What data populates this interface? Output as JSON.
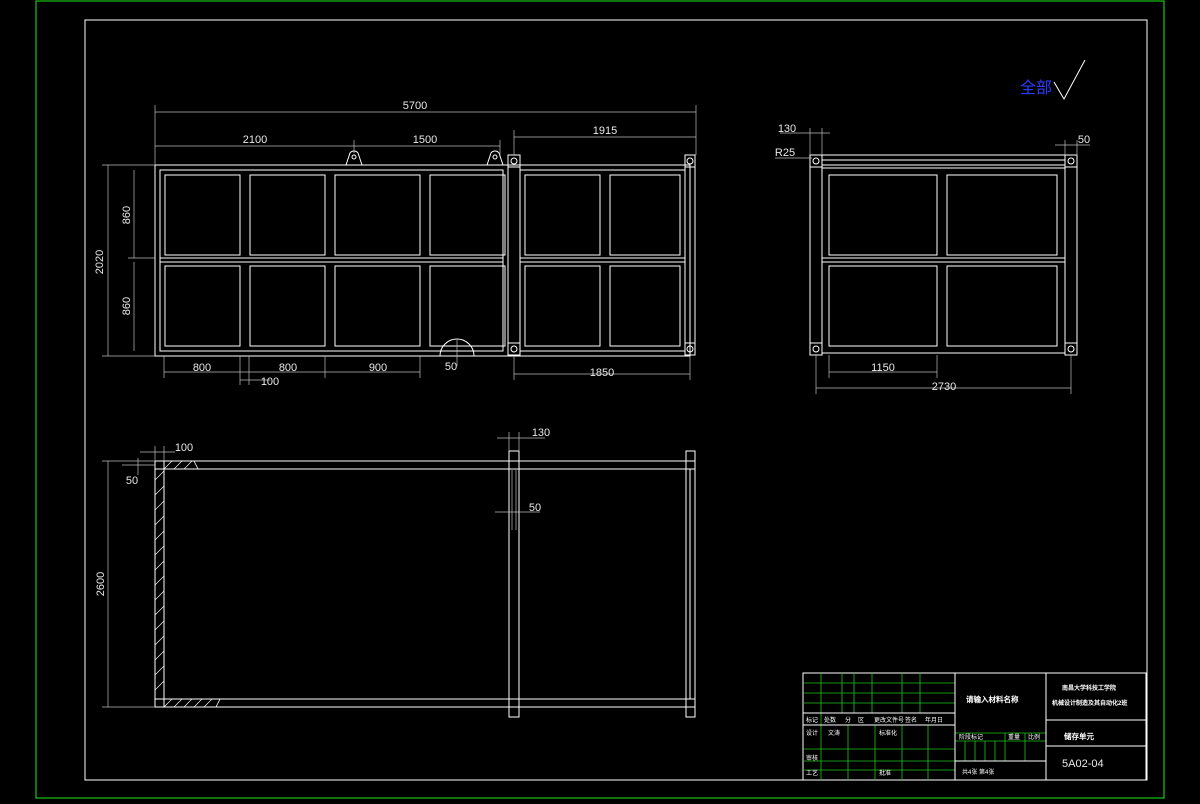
{
  "colors": {
    "background": "#000000",
    "outer_border": "#19c419",
    "geometry": "#ffffff",
    "dimension": "#bdbdbd",
    "grid_green": "#19c419",
    "roughness_text": "#2a3bff"
  },
  "front_view": {
    "dim_overall_length": "5700",
    "dim_lift_spacing_left": "2100",
    "dim_lift_spacing_mid": "1500",
    "dim_right_section": "1915",
    "dim_total_height": "2020",
    "dim_upper_panel": "860",
    "dim_lower_panel": "860",
    "dim_panel_1": "800",
    "dim_panel_2": "800",
    "dim_panel_3": "900",
    "dim_gap": "100",
    "dim_hinge_radius": "50",
    "dim_right_bottom": "1850"
  },
  "side_view": {
    "dim_post_width": "130",
    "dim_radius": "R25",
    "dim_top_rail": "50",
    "dim_panel_width": "1150",
    "dim_total_width": "2730"
  },
  "plan_view": {
    "dim_wall_thickness": "100",
    "dim_corner": "50",
    "dim_post": "130",
    "dim_mid_post": "50",
    "dim_depth": "2600"
  },
  "roughness": {
    "label": "全部"
  },
  "title_block": {
    "header_cols": [
      "标记",
      "处数",
      "分",
      "区",
      "更改文件号",
      "签名",
      "年月日"
    ],
    "row_design": "设计",
    "designer": "文涛",
    "row_standard": "标准化",
    "row_review": "审核",
    "row_process": "工艺",
    "row_approve": "批准",
    "stage_labels": [
      "阶段标记",
      "重量",
      "比例"
    ],
    "material": "请输入材料名称",
    "school_line1": "南昌大学科技工学院",
    "school_line2": "机械设计制造及其自动化2班",
    "part_name": "储存单元",
    "sheet_info": "共4张 第4张",
    "drawing_number": "5A02-04"
  }
}
